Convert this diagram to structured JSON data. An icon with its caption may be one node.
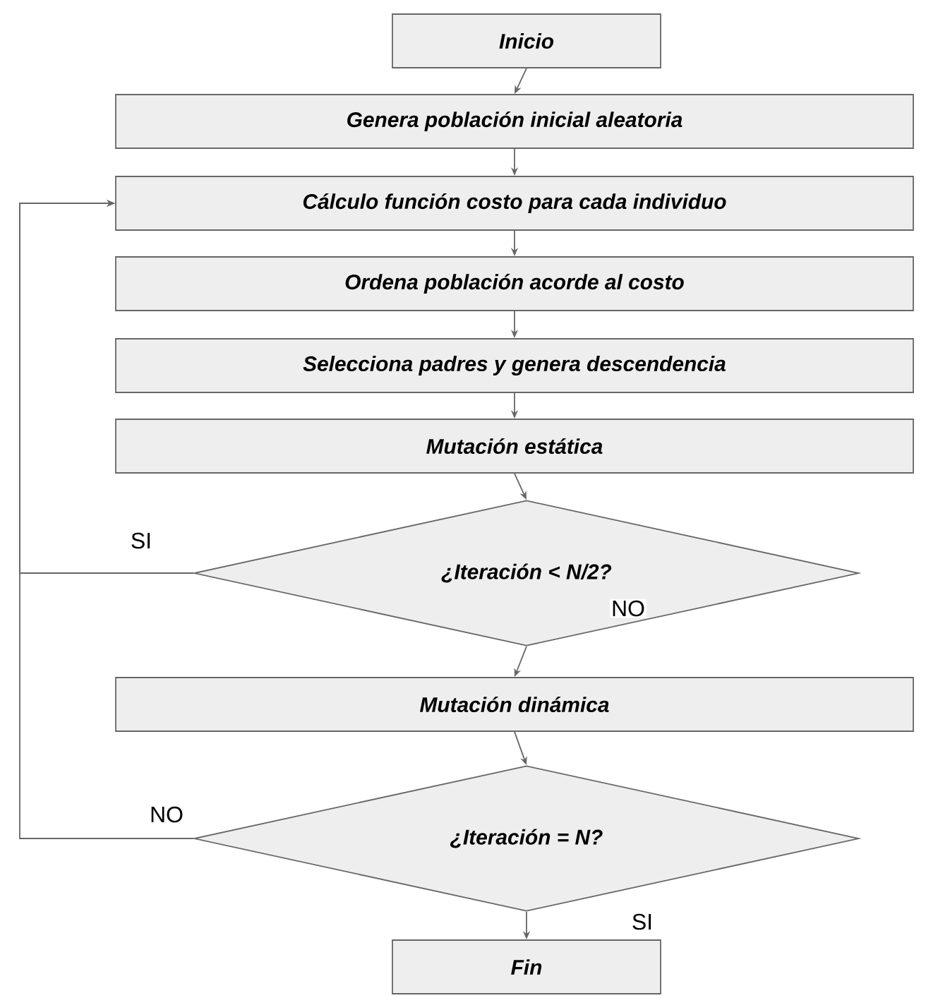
{
  "diagram": {
    "nodes": [
      {
        "text": [
          "Inicio"
        ]
      },
      {
        "text": [
          "Genera población inicial aleatoria"
        ]
      },
      {
        "text": [
          "Cálculo función costo para cada individuo"
        ]
      },
      {
        "text": [
          "Ordena población acorde al costo"
        ]
      },
      {
        "text": [
          "Selecciona padres y genera descendencia"
        ]
      },
      {
        "text": [
          "Mutación estática"
        ]
      },
      {
        "text": [
          "¿Iteración < N/2?"
        ]
      },
      {
        "text": [
          "Mutación dinámica"
        ]
      },
      {
        "text": [
          "¿Iteración = N?"
        ]
      },
      {
        "text": [
          "Fin"
        ]
      }
    ],
    "edges": [
      {
        "from": 0,
        "to": 1,
        "arrow": "to"
      },
      {
        "from": 1,
        "to": 2,
        "arrow": "to"
      },
      {
        "from": 2,
        "to": 3,
        "arrow": "to"
      },
      {
        "from": 3,
        "to": 4,
        "arrow": "to"
      },
      {
        "from": 4,
        "to": 5,
        "arrow": "to"
      },
      {
        "from": 5,
        "to": 6,
        "arrow": "to"
      },
      {
        "from": 6,
        "to": 7,
        "arrow": "to",
        "label": "NO"
      },
      {
        "from": 7,
        "to": 8,
        "arrow": "to"
      },
      {
        "from": 8,
        "to": 9,
        "arrow": "to",
        "label": "SI"
      },
      {
        "from": 6,
        "to": 2,
        "arrow": "to",
        "label": "SI"
      },
      {
        "from": 8,
        "to": 2,
        "arrow": "to",
        "label": "NO"
      }
    ]
  }
}
